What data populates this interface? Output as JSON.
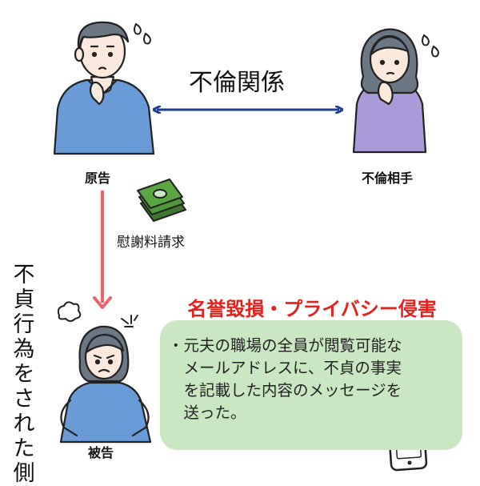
{
  "colors": {
    "arrow_blue": "#1f3f8f",
    "arrow_red": "#f06070",
    "banner_red": "#e5211d",
    "box_green": "#c9e7c0",
    "shirt_blue": "#6a9bd6",
    "shirt_purple": "#a99ad8",
    "skin": "#fbe9de",
    "hair": "#6b7785",
    "money_green": "#3f7a2c"
  },
  "icons": [
    "plaintiff-man-icon",
    "partner-woman-icon",
    "defendant-woman-icon",
    "money-icon",
    "smartphone-icon",
    "sweat-drops-icon",
    "anger-puff-icon"
  ],
  "relation_label": "不倫関係",
  "plaintiff": {
    "label": "原告"
  },
  "partner": {
    "label": "不倫相手"
  },
  "defendant": {
    "label": "被告"
  },
  "claim_label": "慰謝料請求",
  "victim_side_label": [
    "不",
    "貞",
    "行",
    "為",
    "を",
    "さ",
    "れ",
    "た",
    "側"
  ],
  "infringement_title": "名誉毀損・プライバシー侵害",
  "message_lines": [
    "・元夫の職場の全員が閲覧可能な",
    "　メールアドレスに、不貞の事実",
    "　を記載した内容のメッセージを",
    "　送った。"
  ]
}
